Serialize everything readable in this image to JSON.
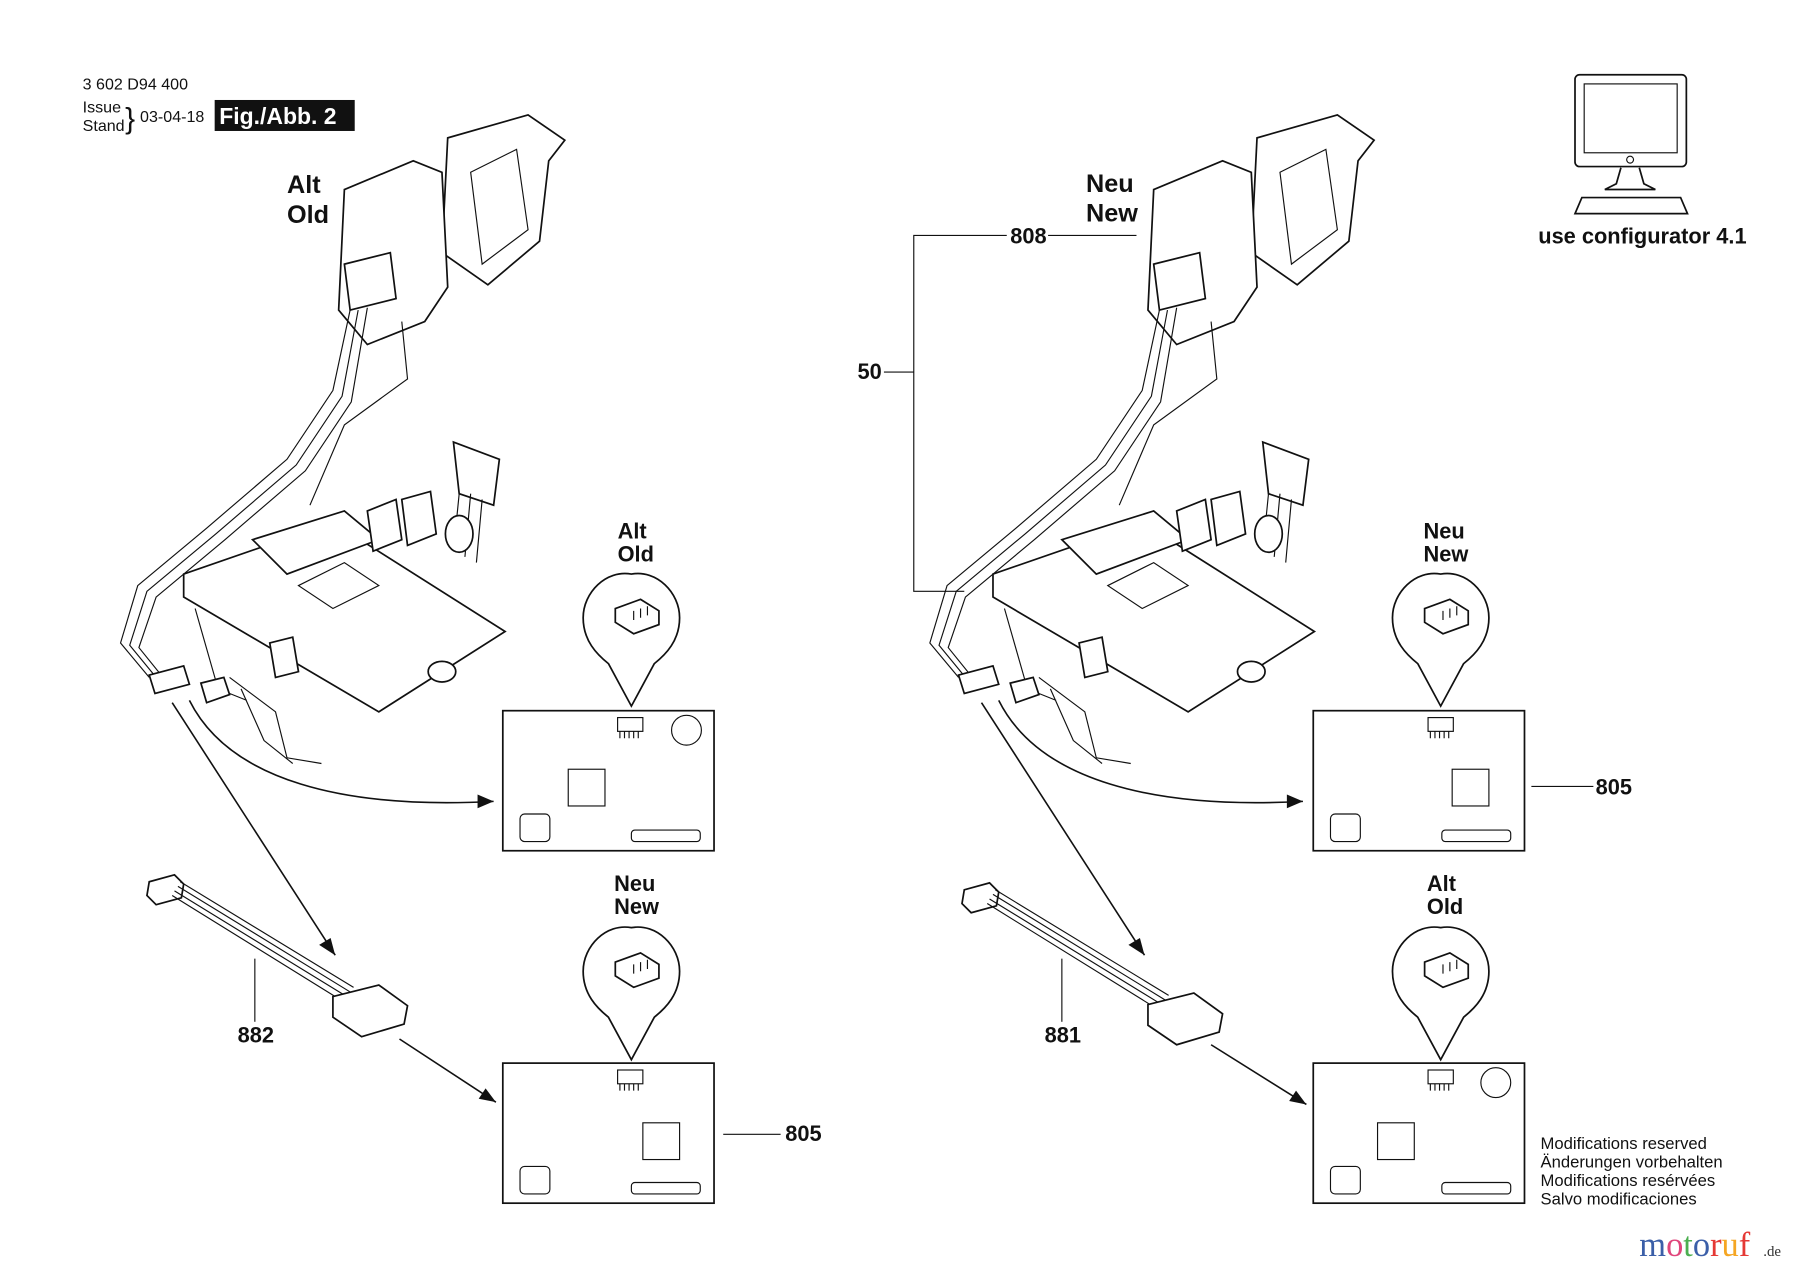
{
  "header": {
    "part_number": "3 602 D94 400",
    "issue_label": "Issue",
    "stand_label": "Stand",
    "date": "03-04-18",
    "figure": "Fig./Abb. 2"
  },
  "left": {
    "title_de": "Alt",
    "title_en": "Old",
    "bubble_top": {
      "de": "Alt",
      "en": "Old"
    },
    "bubble_bottom": {
      "de": "Neu",
      "en": "New"
    },
    "cable_ref": "882",
    "board_ref": "805"
  },
  "right": {
    "title_de": "Neu",
    "title_en": "New",
    "switch_ref": "808",
    "assembly_ref": "50",
    "bubble_top": {
      "de": "Neu",
      "en": "New"
    },
    "bubble_bottom": {
      "de": "Alt",
      "en": "Old"
    },
    "cable_ref": "881",
    "board_ref": "805"
  },
  "configurator": {
    "label": "use configurator 4.1",
    "icon": "computer-icon"
  },
  "footer": {
    "lines": [
      "Modifications reserved",
      "Änderungen vorbehalten",
      "Modifications resérvées",
      "Salvo modificaciones"
    ]
  },
  "watermark": {
    "text": "motoruf",
    "suffix": ".de",
    "colors": [
      "#3b5fa8",
      "#e0457b",
      "#4caf50",
      "#e53935",
      "#f5a623",
      "#3b5fa8",
      "#e53935"
    ]
  }
}
